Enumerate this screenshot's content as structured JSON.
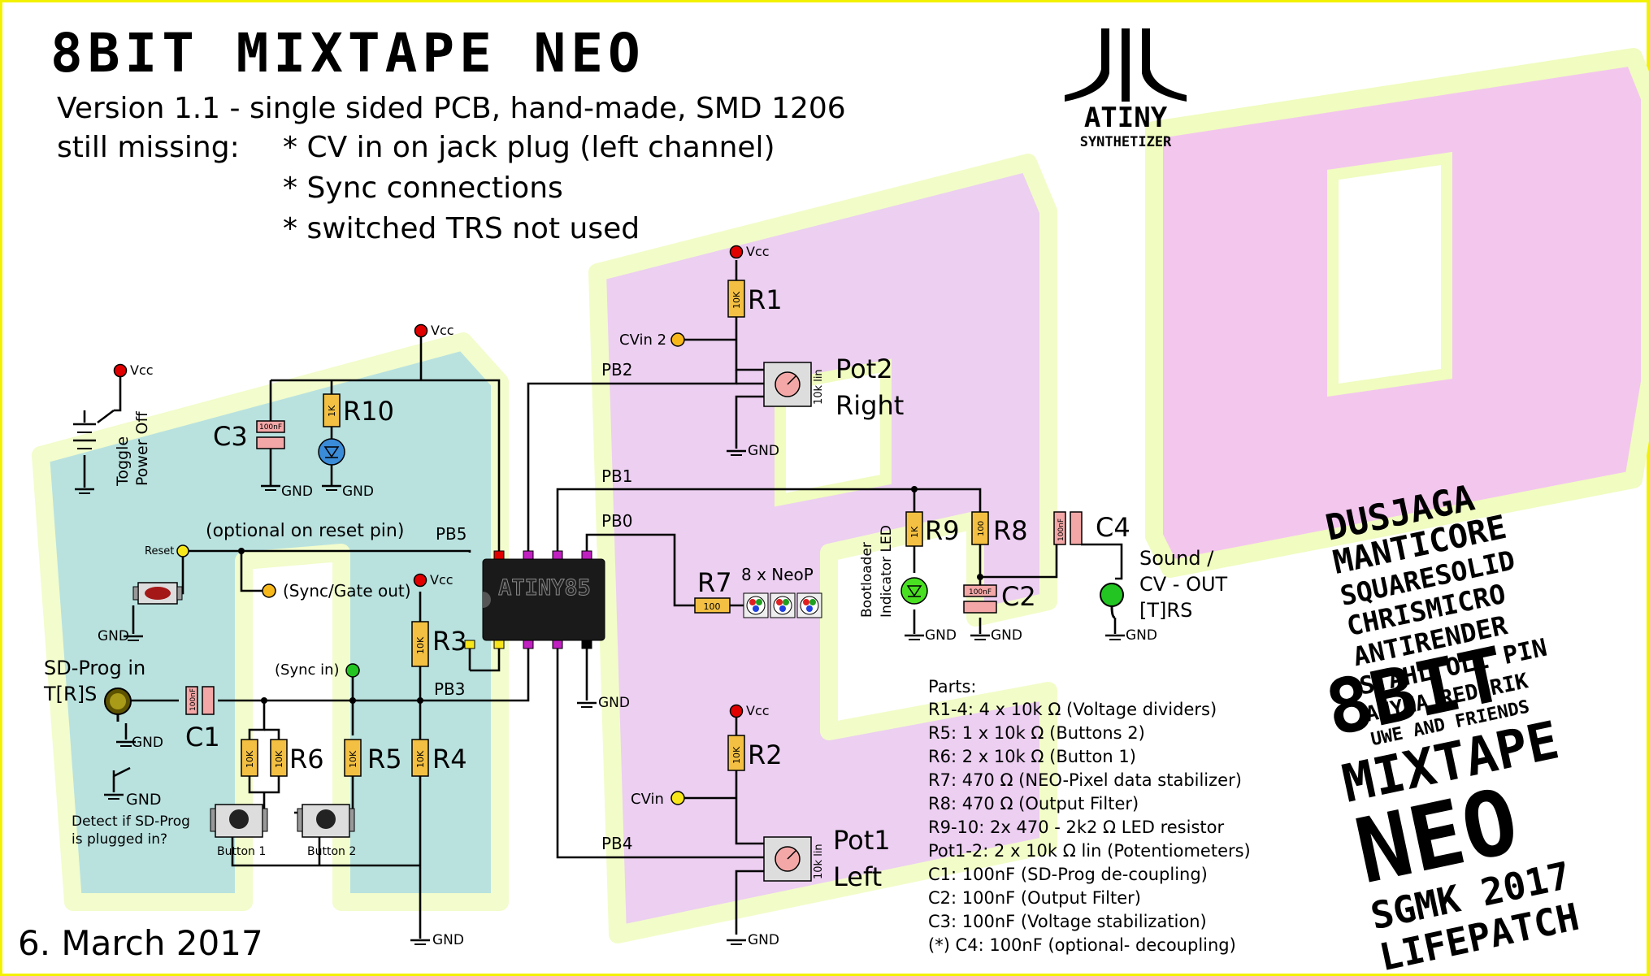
{
  "title": "8BIT MIXTAPE NEO",
  "header": {
    "line1": "Version 1.1 - single sided PCB, hand-made, SMD 1206",
    "missing_label": "still missing:",
    "missing_items": [
      "* CV in on jack plug (left channel)",
      "* Sync connections",
      "* switched TRS not used"
    ]
  },
  "logo": {
    "line1": "ATINY",
    "line2": "SYNTHETIZER"
  },
  "date": "6. March 2017",
  "side_credits": [
    "DUSJAGA",
    "MANTICORE",
    "SQUARESOLID",
    "CHRISMICRO",
    "ANTIRENDER",
    "STAHL OLI PIN",
    "ANYMA REDFRIK",
    "UWE AND FRIENDS"
  ],
  "side_title": [
    "8BIT",
    "MIXTAPE",
    "NEO",
    "SGMK 2017",
    "LIFEPATCH"
  ],
  "chip": {
    "label": "ATINY85"
  },
  "nets": {
    "vcc": "Vcc",
    "gnd": "GND",
    "pb0": "PB0",
    "pb1": "PB1",
    "pb2": "PB2",
    "pb3": "PB3",
    "pb4": "PB4",
    "pb5": "PB5"
  },
  "labels": {
    "toggle": [
      "Toggle",
      "Power Off"
    ],
    "reset": "Reset",
    "optional_reset": "(optional on reset pin)",
    "sync_gate_out": "(Sync/Gate out)",
    "sync_in": "(Sync in)",
    "sd_prog": [
      "SD-Prog in",
      "T[R]S"
    ],
    "detect": [
      "Detect if SD-Prog",
      "is plugged in?"
    ],
    "button1": "Button 1",
    "button2": "Button 2",
    "cvin2": "CVin 2",
    "cvin": "CVin",
    "pot2": [
      "Pot2",
      "Right"
    ],
    "pot1": [
      "Pot1",
      "Left"
    ],
    "pot_value": "10k lin",
    "neop": "8 x NeoP",
    "bootloader": [
      "Bootloader",
      "Indicator LED"
    ],
    "sound_out": [
      "Sound /",
      "CV - OUT",
      "[T]RS"
    ]
  },
  "components": {
    "r1": "R1",
    "r2": "R2",
    "r3": "R3",
    "r4": "R4",
    "r5": "R5",
    "r6": "R6",
    "r7": "R7",
    "r8": "R8",
    "r9": "R9",
    "r10": "R10",
    "c1": "C1",
    "c2": "C2",
    "c3": "C3",
    "c4": "C4"
  },
  "values": {
    "10k": "10K",
    "1k": "1K",
    "100": "100",
    "100nF": "100nF"
  },
  "parts": {
    "heading": "Parts:",
    "items": [
      "R1-4: 4 x 10k Ω (Voltage dividers)",
      "R5: 1 x 10k Ω (Buttons 2)",
      "R6: 2 x 10k Ω (Button 1)",
      "R7: 470 Ω (NEO-Pixel data stabilizer)",
      "R8: 470 Ω (Output Filter)",
      "R9-10: 2x 470 - 2k2 Ω LED resistor",
      "Pot1-2: 2 x 10k Ω lin (Potentiometers)",
      "C1: 100nF (SD-Prog de-coupling)",
      "C2: 100nF (Output Filter)",
      "C3: 100nF (Voltage stabilization)",
      "(*) C4: 100nF (optional- decoupling)"
    ]
  },
  "colors": {
    "border": "#f2f200",
    "teal": "#a8dcd8",
    "pink": "#f3c6ee",
    "lime_outline": "#f0fcc0",
    "resistor": "#f3c043",
    "capacitor": "#f4a7a7",
    "vcc": "#e00000",
    "pin_yellow": "#f7e61a",
    "pin_orange": "#f6b81a",
    "pin_green": "#22c522",
    "led_blue": "#3a8bd8",
    "led_green": "#49e022"
  }
}
